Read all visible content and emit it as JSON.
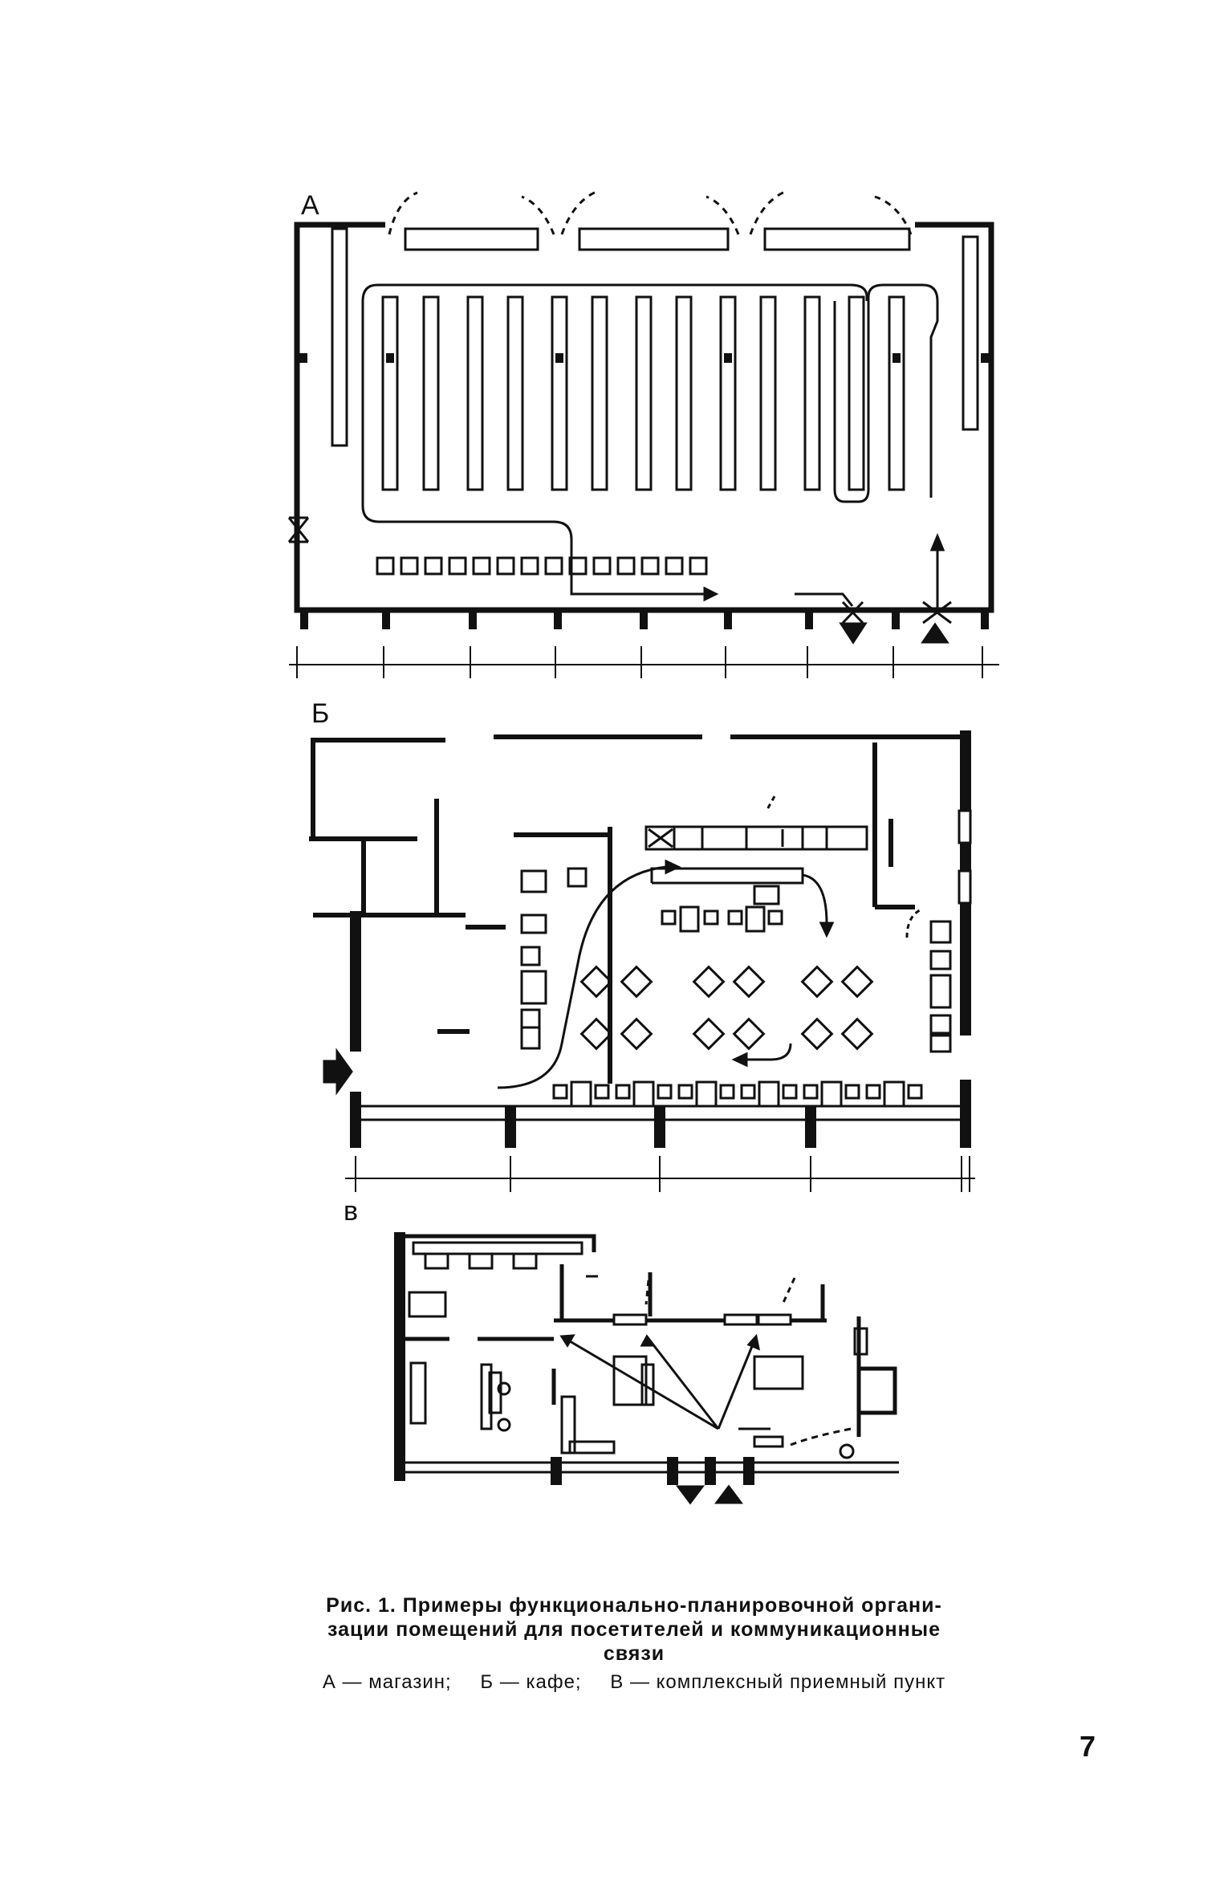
{
  "figure": {
    "labels": {
      "a": "А",
      "b": "Б",
      "c": "в"
    },
    "caption": {
      "title_line1": "Рис. 1. Примеры функционально-планировочной органи-",
      "title_line2": "зации помещений для посетителей и коммуникационные",
      "title_line3": "связи",
      "legend_a": "А — магазин;",
      "legend_b": "Б — кафе;",
      "legend_c": "В — комплексный приемный пункт"
    }
  },
  "page": {
    "number": "7"
  }
}
